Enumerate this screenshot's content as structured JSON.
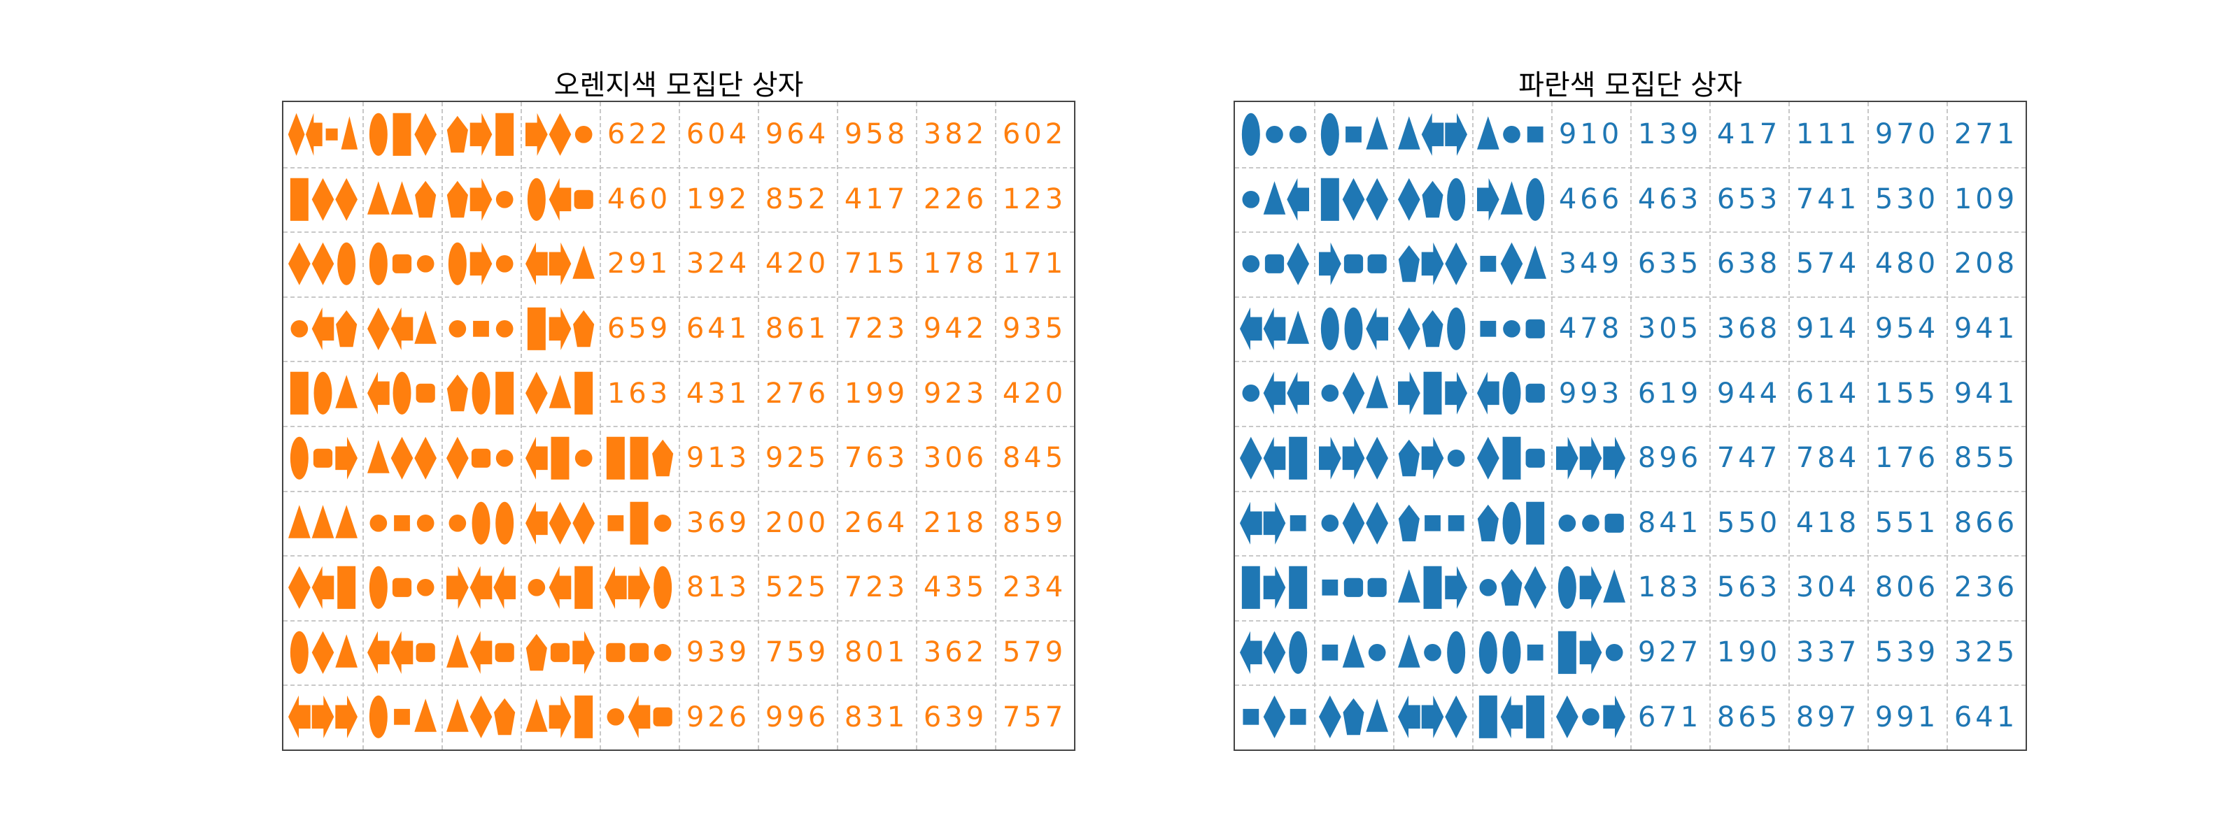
{
  "colors": {
    "orange": "#ff7f0e",
    "blue": "#1f77b4"
  },
  "panels": [
    {
      "id": "orange",
      "title": "오렌지색 모집단 상자",
      "color": "#ff7f0e",
      "rows": [
        {
          "icons": [
            [
              "diamond",
              "arrow-left",
              "square",
              "triangle"
            ],
            [
              "ellipse",
              "rect",
              "diamond"
            ],
            [
              "pentagon",
              "arrow-right",
              "rect"
            ],
            [
              "arrow-right",
              "diamond",
              "circle"
            ]
          ],
          "numbers": [
            "622",
            "604",
            "964",
            "958",
            "382",
            "602"
          ]
        },
        {
          "icons": [
            [
              "rect",
              "diamond",
              "diamond"
            ],
            [
              "triangle",
              "triangle",
              "pentagon"
            ],
            [
              "pentagon",
              "arrow-right",
              "circle"
            ],
            [
              "ellipse",
              "arrow-left",
              "rounded-square"
            ]
          ],
          "numbers": [
            "460",
            "192",
            "852",
            "417",
            "226",
            "123"
          ]
        },
        {
          "icons": [
            [
              "diamond",
              "diamond",
              "ellipse"
            ],
            [
              "ellipse",
              "rounded-square",
              "circle"
            ],
            [
              "ellipse",
              "arrow-right",
              "circle"
            ],
            [
              "arrow-left",
              "arrow-right",
              "triangle"
            ]
          ],
          "numbers": [
            "291",
            "324",
            "420",
            "715",
            "178",
            "171"
          ]
        },
        {
          "icons": [
            [
              "circle",
              "arrow-left",
              "pentagon"
            ],
            [
              "diamond",
              "arrow-left",
              "triangle"
            ],
            [
              "circle",
              "square",
              "circle"
            ],
            [
              "rect",
              "arrow-right",
              "pentagon"
            ]
          ],
          "numbers": [
            "659",
            "641",
            "861",
            "723",
            "942",
            "935"
          ]
        },
        {
          "icons": [
            [
              "rect",
              "ellipse",
              "triangle"
            ],
            [
              "arrow-left",
              "ellipse",
              "rounded-square"
            ],
            [
              "pentagon",
              "ellipse",
              "rect"
            ],
            [
              "diamond",
              "triangle",
              "rect"
            ]
          ],
          "numbers": [
            "163",
            "431",
            "276",
            "199",
            "923",
            "420"
          ]
        },
        {
          "icons": [
            [
              "ellipse",
              "rounded-square",
              "arrow-right"
            ],
            [
              "triangle",
              "diamond",
              "diamond"
            ],
            [
              "diamond",
              "rounded-square",
              "circle"
            ],
            [
              "arrow-left",
              "rect",
              "circle"
            ],
            [
              "rect",
              "rect",
              "pentagon"
            ]
          ],
          "numbers": [
            "913",
            "925",
            "763",
            "306",
            "845"
          ]
        },
        {
          "icons": [
            [
              "triangle",
              "triangle",
              "triangle"
            ],
            [
              "circle",
              "square",
              "circle"
            ],
            [
              "circle",
              "ellipse",
              "ellipse"
            ],
            [
              "arrow-left",
              "diamond",
              "diamond"
            ],
            [
              "square",
              "rect",
              "circle"
            ]
          ],
          "numbers": [
            "369",
            "200",
            "264",
            "218",
            "859"
          ]
        },
        {
          "icons": [
            [
              "diamond",
              "arrow-left",
              "rect"
            ],
            [
              "ellipse",
              "rounded-square",
              "circle"
            ],
            [
              "arrow-right",
              "arrow-left",
              "arrow-left"
            ],
            [
              "circle",
              "arrow-left",
              "rect"
            ],
            [
              "arrow-left",
              "arrow-right",
              "ellipse"
            ]
          ],
          "numbers": [
            "813",
            "525",
            "723",
            "435",
            "234"
          ]
        },
        {
          "icons": [
            [
              "ellipse",
              "diamond",
              "triangle"
            ],
            [
              "arrow-left",
              "arrow-left",
              "rounded-square"
            ],
            [
              "triangle",
              "arrow-left",
              "rounded-square"
            ],
            [
              "pentagon",
              "rounded-square",
              "arrow-right"
            ],
            [
              "rounded-square",
              "rounded-square",
              "circle"
            ]
          ],
          "numbers": [
            "939",
            "759",
            "801",
            "362",
            "579"
          ]
        },
        {
          "icons": [
            [
              "arrow-left",
              "arrow-right",
              "arrow-right"
            ],
            [
              "ellipse",
              "square",
              "triangle"
            ],
            [
              "triangle",
              "diamond",
              "pentagon"
            ],
            [
              "triangle",
              "arrow-right",
              "rect"
            ],
            [
              "circle",
              "arrow-left",
              "rounded-square"
            ]
          ],
          "numbers": [
            "926",
            "996",
            "831",
            "639",
            "757"
          ]
        }
      ]
    },
    {
      "id": "blue",
      "title": "파란색 모집단 상자",
      "color": "#1f77b4",
      "rows": [
        {
          "icons": [
            [
              "ellipse",
              "circle",
              "circle"
            ],
            [
              "ellipse",
              "square",
              "triangle"
            ],
            [
              "triangle",
              "arrow-left",
              "arrow-right"
            ],
            [
              "triangle",
              "circle",
              "square"
            ]
          ],
          "numbers": [
            "910",
            "139",
            "417",
            "111",
            "970",
            "271"
          ]
        },
        {
          "icons": [
            [
              "circle",
              "triangle",
              "arrow-left"
            ],
            [
              "rect",
              "diamond",
              "diamond"
            ],
            [
              "diamond",
              "pentagon",
              "ellipse"
            ],
            [
              "arrow-right",
              "triangle",
              "ellipse"
            ]
          ],
          "numbers": [
            "466",
            "463",
            "653",
            "741",
            "530",
            "109"
          ]
        },
        {
          "icons": [
            [
              "circle",
              "rounded-square",
              "diamond"
            ],
            [
              "arrow-right",
              "rounded-square",
              "rounded-square"
            ],
            [
              "pentagon",
              "arrow-right",
              "diamond"
            ],
            [
              "square",
              "diamond",
              "triangle"
            ]
          ],
          "numbers": [
            "349",
            "635",
            "638",
            "574",
            "480",
            "208"
          ]
        },
        {
          "icons": [
            [
              "arrow-left",
              "arrow-left",
              "triangle"
            ],
            [
              "ellipse",
              "ellipse",
              "arrow-left"
            ],
            [
              "diamond",
              "pentagon",
              "ellipse"
            ],
            [
              "square",
              "circle",
              "rounded-square"
            ]
          ],
          "numbers": [
            "478",
            "305",
            "368",
            "914",
            "954",
            "941"
          ]
        },
        {
          "icons": [
            [
              "circle",
              "arrow-left",
              "arrow-left"
            ],
            [
              "circle",
              "diamond",
              "triangle"
            ],
            [
              "arrow-right",
              "rect",
              "arrow-right"
            ],
            [
              "arrow-left",
              "ellipse",
              "rounded-square"
            ]
          ],
          "numbers": [
            "993",
            "619",
            "944",
            "614",
            "155",
            "941"
          ]
        },
        {
          "icons": [
            [
              "diamond",
              "arrow-left",
              "rect"
            ],
            [
              "arrow-right",
              "arrow-right",
              "diamond"
            ],
            [
              "pentagon",
              "arrow-right",
              "circle"
            ],
            [
              "diamond",
              "rect",
              "rounded-square"
            ],
            [
              "arrow-right",
              "arrow-right",
              "arrow-right"
            ]
          ],
          "numbers": [
            "896",
            "747",
            "784",
            "176",
            "855"
          ]
        },
        {
          "icons": [
            [
              "arrow-left",
              "arrow-right",
              "square"
            ],
            [
              "circle",
              "diamond",
              "diamond"
            ],
            [
              "pentagon",
              "square",
              "square"
            ],
            [
              "pentagon",
              "ellipse",
              "rect"
            ],
            [
              "circle",
              "circle",
              "rounded-square"
            ]
          ],
          "numbers": [
            "841",
            "550",
            "418",
            "551",
            "866"
          ]
        },
        {
          "icons": [
            [
              "rect",
              "arrow-right",
              "rect"
            ],
            [
              "square",
              "rounded-square",
              "rounded-square"
            ],
            [
              "triangle",
              "rect",
              "arrow-right"
            ],
            [
              "circle",
              "pentagon",
              "diamond"
            ],
            [
              "ellipse",
              "arrow-right",
              "triangle"
            ]
          ],
          "numbers": [
            "183",
            "563",
            "304",
            "806",
            "236"
          ]
        },
        {
          "icons": [
            [
              "arrow-left",
              "diamond",
              "ellipse"
            ],
            [
              "square",
              "triangle",
              "circle"
            ],
            [
              "triangle",
              "circle",
              "ellipse"
            ],
            [
              "ellipse",
              "ellipse",
              "square"
            ],
            [
              "rect",
              "arrow-right",
              "circle"
            ]
          ],
          "numbers": [
            "927",
            "190",
            "337",
            "539",
            "325"
          ]
        },
        {
          "icons": [
            [
              "square",
              "diamond",
              "square"
            ],
            [
              "diamond",
              "pentagon",
              "triangle"
            ],
            [
              "arrow-left",
              "arrow-right",
              "diamond"
            ],
            [
              "rect",
              "arrow-left",
              "rect"
            ],
            [
              "diamond",
              "circle",
              "arrow-right"
            ]
          ],
          "numbers": [
            "671",
            "865",
            "897",
            "991",
            "641"
          ]
        }
      ]
    }
  ]
}
